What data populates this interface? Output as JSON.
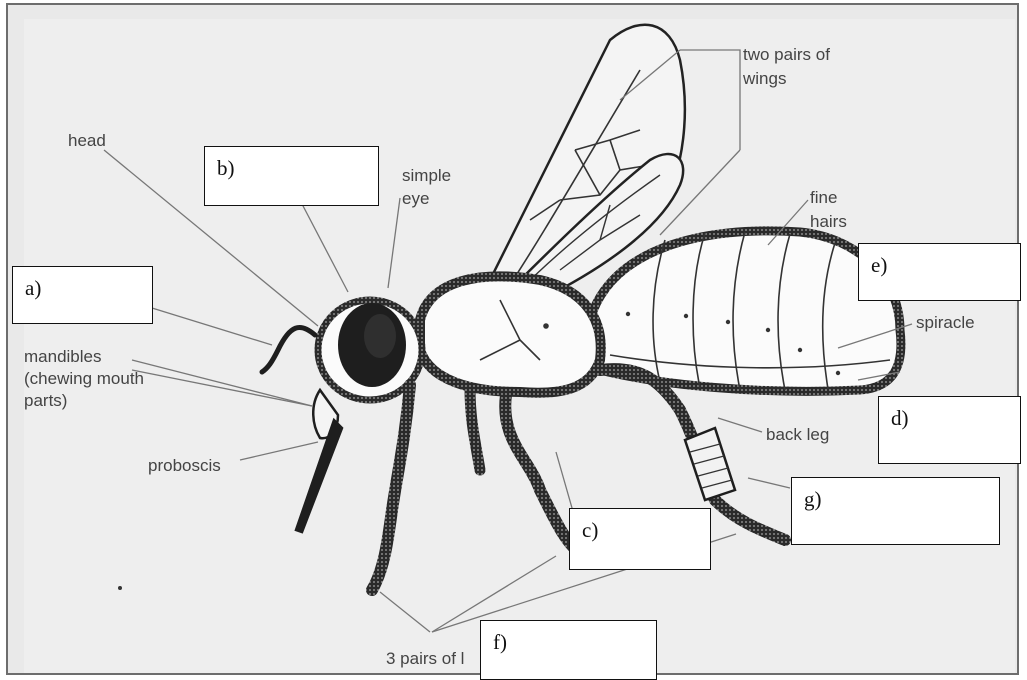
{
  "labels": {
    "head": "head",
    "simple_eye_1": "simple",
    "simple_eye_2": "eye",
    "wings_1": "two pairs of",
    "wings_2": "wings",
    "fine_hairs_1": "fine",
    "fine_hairs_2": "hairs",
    "spiracle": "spiracle",
    "mandibles_1": "mandibles",
    "mandibles_2": "(chewing mouth",
    "mandibles_3": "parts)",
    "proboscis": "proboscis",
    "back_leg": "back leg",
    "legs_partial": "3 pairs of l"
  },
  "answer_boxes": {
    "a": "a)",
    "b": "b)",
    "c": "c)",
    "d": "d)",
    "e": "e)",
    "f": "f)",
    "g": "g)"
  }
}
